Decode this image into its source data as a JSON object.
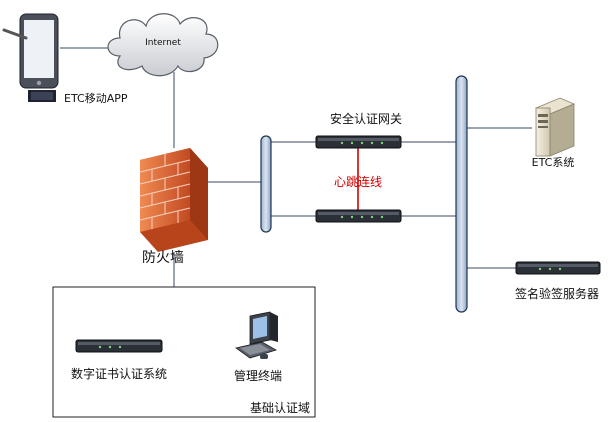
{
  "nodes": {
    "mobile_app": {
      "label": "ETC移动APP",
      "icon": "tablet-icon"
    },
    "internet": {
      "label": "Internet",
      "icon": "cloud-icon"
    },
    "firewall": {
      "label": "防火墙",
      "icon": "firewall-brick-icon"
    },
    "gateway": {
      "label": "安全认证网关",
      "icon": "network-appliance-icon"
    },
    "heartbeat": {
      "label": "心跳连线"
    },
    "etc_system": {
      "label": "ETC系统",
      "icon": "server-tower-icon"
    },
    "signature_server": {
      "label": "签名验签服务器",
      "icon": "rack-server-icon"
    },
    "cert_system": {
      "label": "数字证书认证系统",
      "icon": "rack-server-icon"
    },
    "mgmt_terminal": {
      "label": "管理终端",
      "icon": "desktop-computer-icon"
    },
    "base_domain": {
      "label": "基础认证域"
    }
  },
  "colors": {
    "heartbeat_line": "#d00000",
    "heartbeat_text": "#d00000",
    "bus_fill": "#b8c8dc",
    "bus_stroke": "#1f3556",
    "link_line": "#3a4a6a",
    "firewall": "#e2693a"
  }
}
